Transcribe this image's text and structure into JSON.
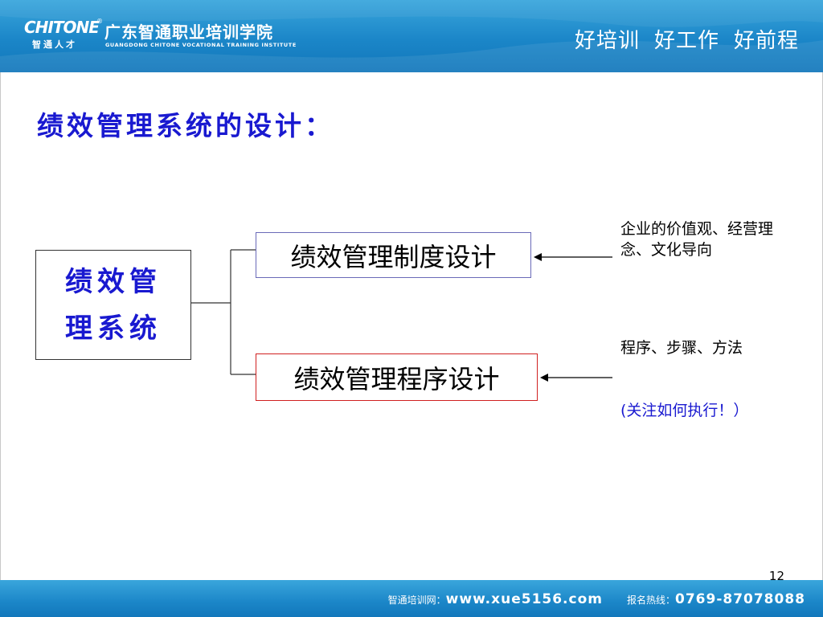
{
  "header": {
    "logo_en": "CHITONE",
    "logo_cn": "智通人才",
    "logo_reg": "®",
    "org_name": "广东智通职业培训学院",
    "org_en": "GUANGDONG CHITONE VOCATIONAL TRAINING INSTITUTE",
    "slogans": [
      "好培训",
      "好工作",
      "好前程"
    ]
  },
  "slide": {
    "title": "绩效管理系统的设计：",
    "main_box": "绩效管理系统",
    "box_top": "绩效管理制度设计",
    "box_bottom": "绩效管理程序设计",
    "note_top": "企业的价值观、经营理念、文化导向",
    "note_bottom": "程序、步骤、方法",
    "note_bottom_emph": "(关注如何执行！）",
    "page_number": "12"
  },
  "footer": {
    "site_label": "智通培训网：",
    "site_url": "www.xue5156.com",
    "hotline_label": "报名热线：",
    "hotline": "0769-87078088"
  },
  "colors": {
    "header_blue": "#1b86c8",
    "title_blue": "#1919d0",
    "box_top_border": "#6a6ab8",
    "box_bottom_border": "#d02020"
  }
}
